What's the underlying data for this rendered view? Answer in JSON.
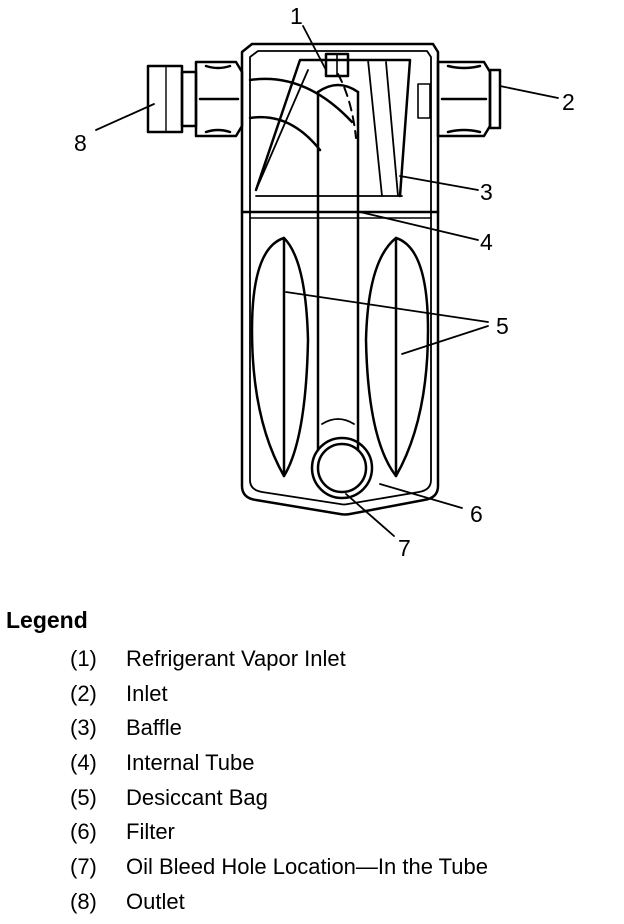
{
  "callouts": [
    "1",
    "2",
    "3",
    "4",
    "5",
    "6",
    "7",
    "8"
  ],
  "legend": {
    "title": "Legend",
    "items": [
      {
        "num": "(1)",
        "text": "Refrigerant Vapor Inlet"
      },
      {
        "num": "(2)",
        "text": "Inlet"
      },
      {
        "num": "(3)",
        "text": "Baffle"
      },
      {
        "num": "(4)",
        "text": "Internal Tube"
      },
      {
        "num": "(5)",
        "text": "Desiccant Bag"
      },
      {
        "num": "(6)",
        "text": "Filter"
      },
      {
        "num": "(7)",
        "text": "Oil Bleed Hole Location—In the Tube"
      },
      {
        "num": "(8)",
        "text": "Outlet"
      }
    ]
  }
}
